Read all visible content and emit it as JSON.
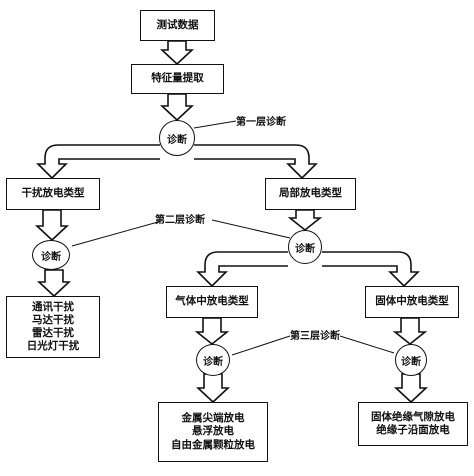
{
  "nodes": {
    "test_data": "测试数据",
    "feature_extract": "特征量提取",
    "diagnose": "诊断",
    "interference_type": "干扰放电类型",
    "partial_type": "局部放电类型",
    "gas_type": "气体中放电类型",
    "solid_type": "固体中放电类型"
  },
  "layers": {
    "first": "第一层诊断",
    "second": "第二层诊断",
    "third": "第三层诊断"
  },
  "results": {
    "interference": [
      "通讯干扰",
      "马达干扰",
      "雷达干扰",
      "日光灯干扰"
    ],
    "gas": [
      "金属尖端放电",
      "悬浮放电",
      "自由金属颗粒放电"
    ],
    "solid": [
      "固体绝缘气隙放电",
      "绝缘子沿面放电"
    ]
  }
}
